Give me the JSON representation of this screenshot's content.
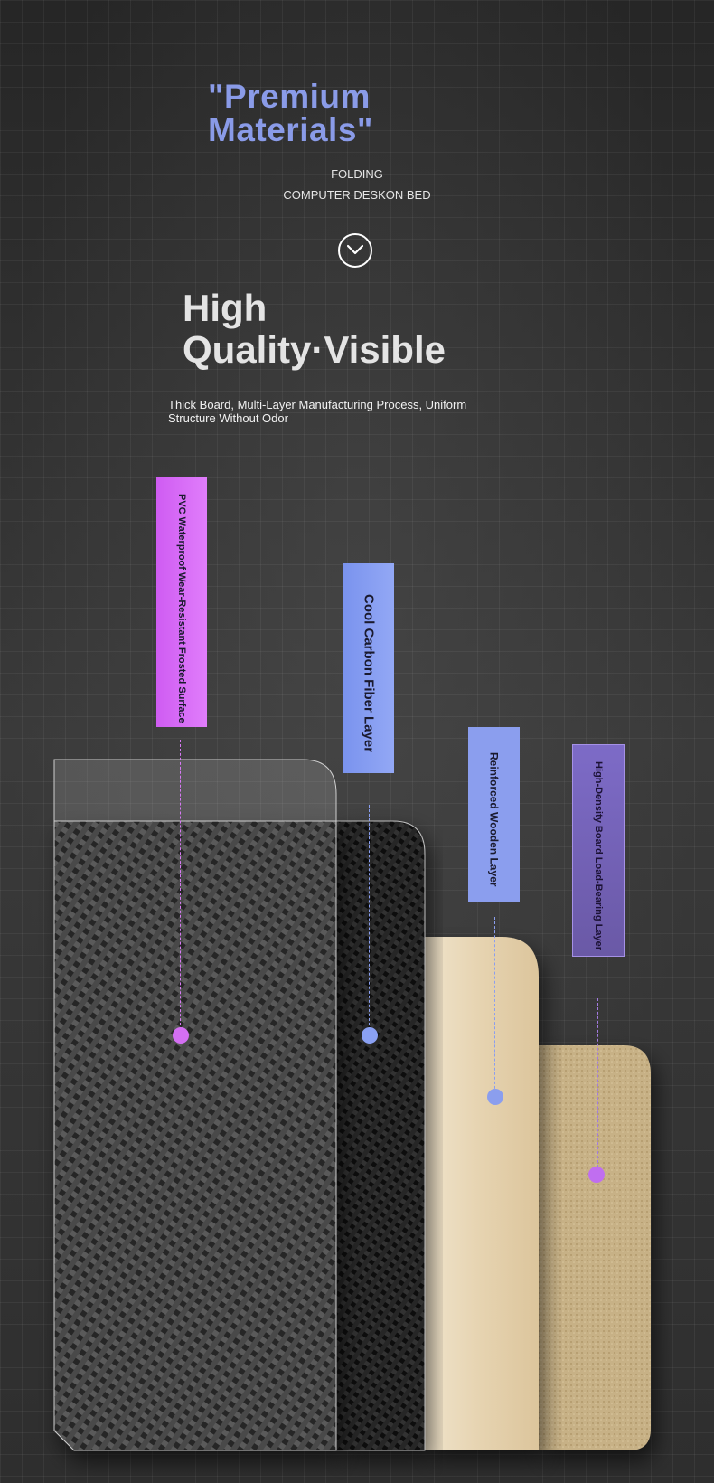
{
  "header": {
    "title_line1": "\"Premium",
    "title_line2": "Materials\"",
    "subtitle_line1": "FOLDING",
    "subtitle_line2": "COMPUTER DESKON BED"
  },
  "scroll_icon": "chevron-down-icon",
  "headline": {
    "line1": "High",
    "line2": "Quality·Visible"
  },
  "description": "Thick Board, Multi-Layer Manufacturing Process, Uniform Structure Without Odor",
  "layers": [
    {
      "label": "PVC Waterproof Wear-Resistant Frosted Surface",
      "color": "#d96df7"
    },
    {
      "label": "Cool Carbon Fiber Layer",
      "color": "#8aa0f2"
    },
    {
      "label": "Reinforced Wooden Layer",
      "color": "#8b9eee"
    },
    {
      "label": "High-Density Board Load-Bearing Layer",
      "color": "#7564b8"
    }
  ],
  "colors": {
    "accent_title": "#8a9be8",
    "wood": "#e7d6b8",
    "board": "#c8b48a",
    "carbon": "#1e1e1e"
  }
}
